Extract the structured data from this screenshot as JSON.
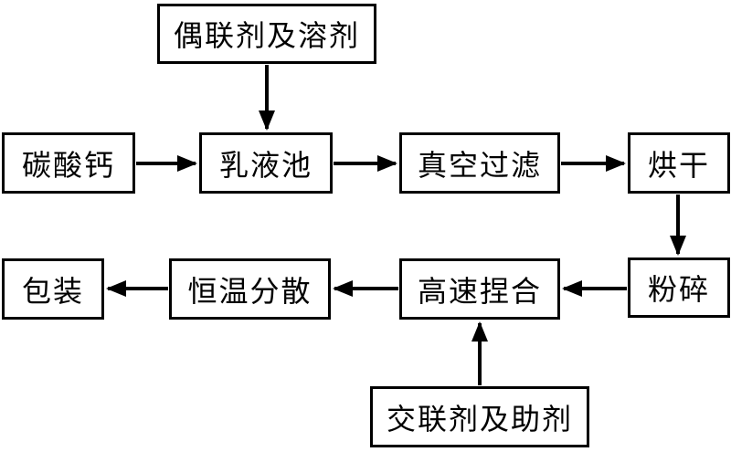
{
  "diagram": {
    "type": "flowchart",
    "description": "Calcium carbonate processing flow",
    "colors": {
      "background": "#ffffff",
      "box_border": "#000000",
      "box_fill": "#ffffff",
      "text": "#000000",
      "arrow": "#000000"
    },
    "nodes": [
      {
        "id": "coupling-agent",
        "label": "偶联剂及溶剂"
      },
      {
        "id": "calcium-carbonate",
        "label": "碳酸钙"
      },
      {
        "id": "emulsion-pool",
        "label": "乳液池"
      },
      {
        "id": "vacuum-filtration",
        "label": "真空过滤"
      },
      {
        "id": "drying",
        "label": "烘干"
      },
      {
        "id": "crushing",
        "label": "粉碎"
      },
      {
        "id": "high-speed-kneading",
        "label": "高速捏合"
      },
      {
        "id": "constant-temp-dispersion",
        "label": "恒温分散"
      },
      {
        "id": "packaging",
        "label": "包装"
      },
      {
        "id": "crosslinking-agent",
        "label": "交联剂及助剂"
      }
    ],
    "edges": [
      {
        "from": "偶联剂及溶剂",
        "to": "乳液池",
        "direction": "down"
      },
      {
        "from": "碳酸钙",
        "to": "乳液池",
        "direction": "right"
      },
      {
        "from": "乳液池",
        "to": "真空过滤",
        "direction": "right"
      },
      {
        "from": "真空过滤",
        "to": "烘干",
        "direction": "right"
      },
      {
        "from": "烘干",
        "to": "粉碎",
        "direction": "down"
      },
      {
        "from": "粉碎",
        "to": "高速捏合",
        "direction": "left"
      },
      {
        "from": "高速捏合",
        "to": "恒温分散",
        "direction": "left"
      },
      {
        "from": "恒温分散",
        "to": "包装",
        "direction": "left"
      },
      {
        "from": "交联剂及助剂",
        "to": "高速捏合",
        "direction": "up"
      }
    ]
  }
}
